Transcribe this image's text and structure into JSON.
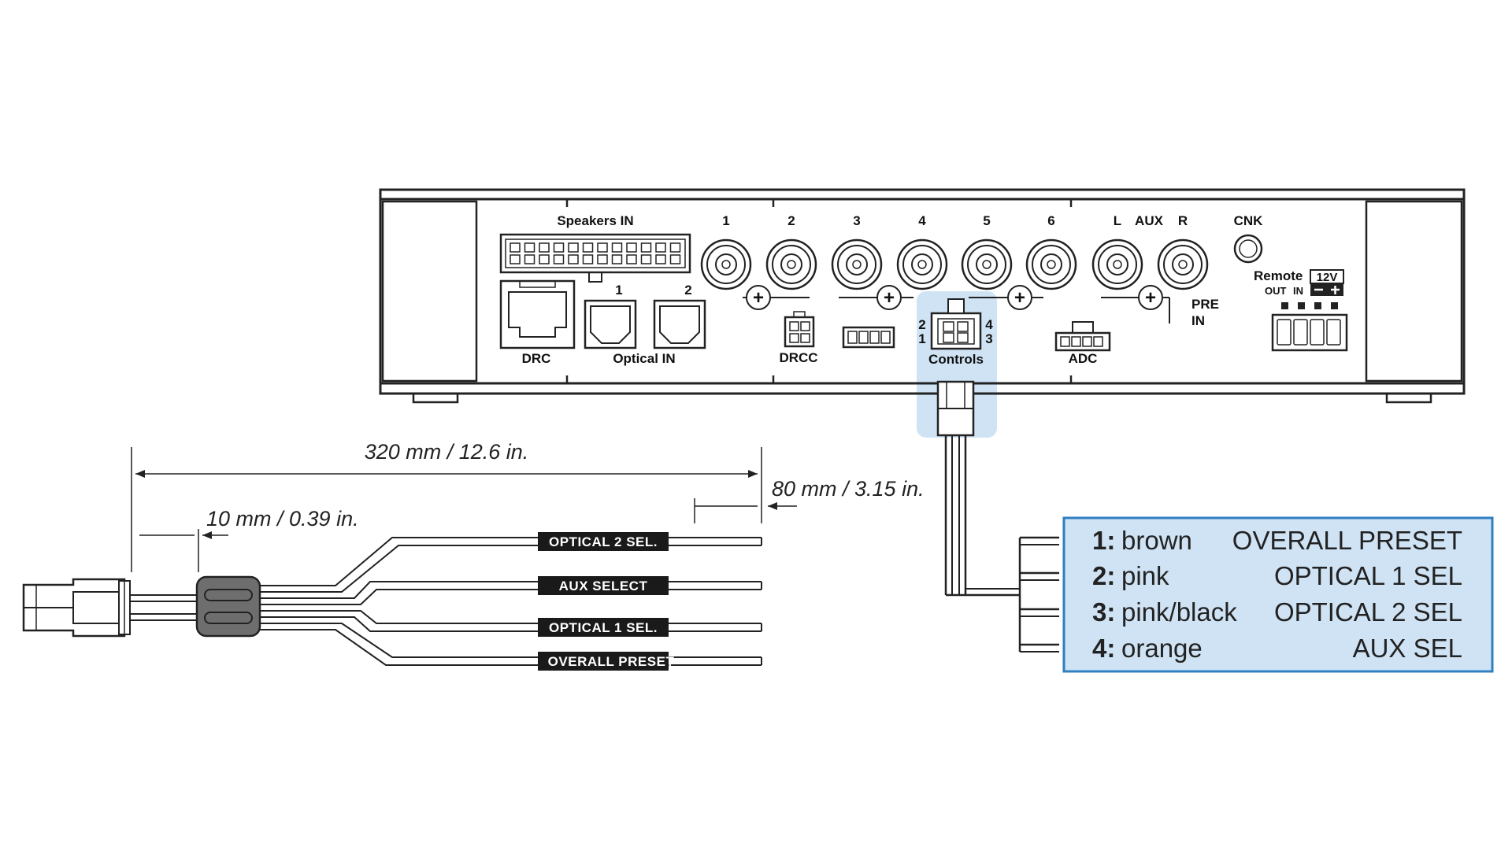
{
  "device": {
    "speakers_in": "Speakers IN",
    "drc": "DRC",
    "optical_in": "Optical IN",
    "optical_1": "1",
    "optical_2": "2",
    "drcc": "DRCC",
    "controls": "Controls",
    "adc": "ADC",
    "channels": [
      "1",
      "2",
      "3",
      "4",
      "5",
      "6"
    ],
    "aux_l": "L",
    "aux": "AUX",
    "aux_r": "R",
    "cnk": "CNK",
    "pre_in_line1": "PRE",
    "pre_in_line2": "IN",
    "remote": "Remote",
    "remote_12v": "12V",
    "remote_out": "OUT",
    "remote_in": "IN",
    "pin_2": "2",
    "pin_1": "1",
    "pin_4": "4",
    "pin_3": "3",
    "plus_glyph": "+"
  },
  "dimensions": {
    "total_length": "320 mm / 12.6 in.",
    "tail_length": "80 mm / 3.15 in.",
    "ferrite_offset": "10 mm / 0.39 in."
  },
  "wire_tags": [
    "OPTICAL 2 SEL.",
    "AUX SELECT",
    "OPTICAL 1 SEL.",
    "OVERALL PRESET"
  ],
  "legend": [
    {
      "num": "1:",
      "color": "brown",
      "function": "OVERALL PRESET"
    },
    {
      "num": "2:",
      "color": "pink",
      "function": "OPTICAL 1 SEL"
    },
    {
      "num": "3:",
      "color": "pink/black",
      "function": "OPTICAL 2 SEL"
    },
    {
      "num": "4:",
      "color": "orange",
      "function": "AUX SEL"
    }
  ],
  "colors": {
    "highlight": "#cfe3f5",
    "legend_border": "#2f7fc1",
    "ferrite": "#6e6e6e",
    "tag_bg": "#1a1a1a"
  }
}
